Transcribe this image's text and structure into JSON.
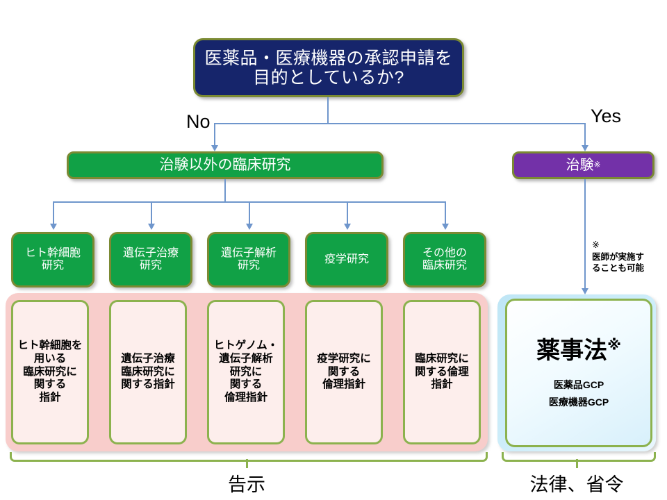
{
  "diagram": {
    "decision": {
      "line1": "医薬品・医療機器の承認申請を",
      "line2": "目的としているか?"
    },
    "branches": {
      "no_label": "No",
      "yes_label": "Yes"
    },
    "no_path": {
      "header": "治験以外の臨床研究",
      "categories": [
        {
          "line1": "ヒト幹細胞",
          "line2": "研究"
        },
        {
          "line1": "遺伝子治療",
          "line2": "研究"
        },
        {
          "line1": "遺伝子解析",
          "line2": "研究"
        },
        {
          "line1": "疫学研究",
          "line2": ""
        },
        {
          "line1": "その他の",
          "line2": "臨床研究"
        }
      ],
      "guidelines": [
        {
          "lines": [
            "ヒト幹細胞を",
            "用いる",
            "臨床研究に",
            "関する",
            "指針"
          ]
        },
        {
          "lines": [
            "遺伝子治療",
            "臨床研究に",
            "関する指針"
          ]
        },
        {
          "lines": [
            "ヒトゲノム・",
            "遺伝子解析",
            "研究に",
            "関する",
            "倫理指針"
          ]
        },
        {
          "lines": [
            "疫学研究に",
            "関する",
            "倫理指針"
          ]
        },
        {
          "lines": [
            "臨床研究に",
            "関する倫理",
            "指針"
          ]
        }
      ],
      "brace_label": "告示"
    },
    "yes_path": {
      "header": "治験",
      "header_mark": "※",
      "note_mark": "※",
      "note_text_line1": "医師が実施す",
      "note_text_line2": "ることも可能",
      "law_title": "薬事法",
      "law_title_mark": "※",
      "law_sub1": "医薬品GCP",
      "law_sub2": "医療機器GCP",
      "brace_label": "法律、省令"
    },
    "colors": {
      "decision_bg": "#16256b",
      "green_bg": "#11a146",
      "purple_bg": "#7331a8",
      "node_border": "#7b8a33",
      "guide_border": "#8cb24e",
      "pink_band": "#f8cdcb",
      "guide_bg": "#fdeeec",
      "blue_band": "#bfe6f5",
      "connector": "#6f96cc"
    }
  }
}
